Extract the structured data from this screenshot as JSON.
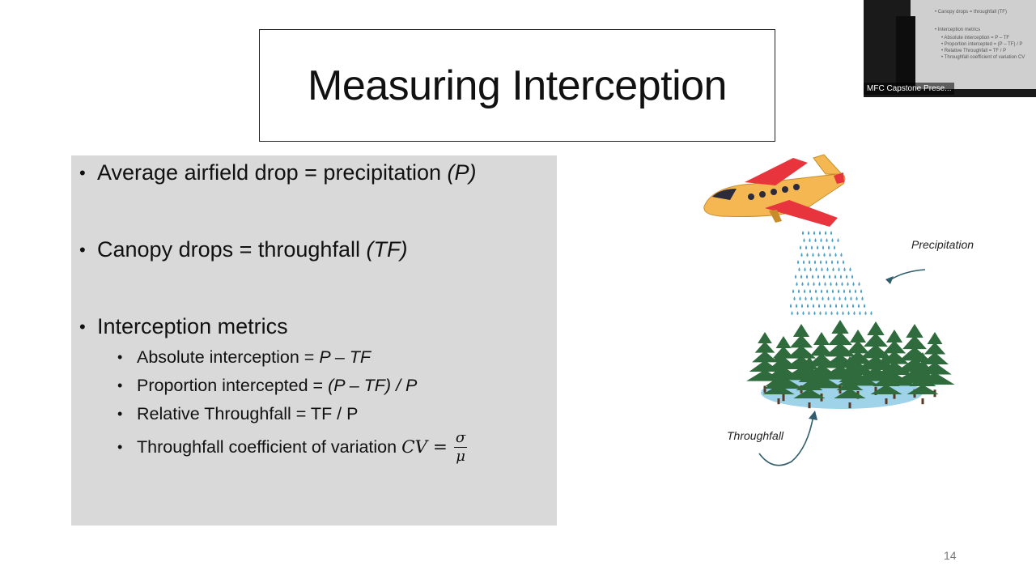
{
  "slide": {
    "title": "Measuring Interception",
    "page_number": "14"
  },
  "bullets": {
    "b1": {
      "text": "Average airfield drop = precipitation ",
      "var": "(P)"
    },
    "b2": {
      "text": "Canopy drops = throughfall ",
      "var": "(TF)"
    },
    "b3": {
      "text": "Interception metrics"
    },
    "sub": {
      "s1": {
        "text": "Absolute interception = ",
        "expr": "P – TF"
      },
      "s2": {
        "text": "Proportion intercepted = ",
        "expr": "(P – TF) / P"
      },
      "s3": {
        "text": "Relative Throughfall = TF / P"
      },
      "s4": {
        "text": "Throughfall coefficient of variation ",
        "lhs": "CV =",
        "num": "σ",
        "den": "μ"
      }
    }
  },
  "illustration": {
    "precip_label": "Precipitation",
    "throughfall_label": "Throughfall"
  },
  "video_thumbnail": {
    "label": "MFC Capstone Prese...",
    "lines": [
      "• Canopy drops = throughfall (TF)",
      "• Interception metrics",
      "• Absolute interception = P – TF",
      "• Proportion intercepted = (P – TF) / P",
      "• Relative Throughfall = TF / P",
      "• Throughfall coefficient of variation CV"
    ]
  },
  "colors": {
    "content_bg": "#d9d9d9",
    "plane_body": "#f4b752",
    "plane_wing": "#e8343c",
    "rain": "#4a9fc4",
    "tree": "#2f6b3c",
    "water": "#9fd3ea"
  }
}
